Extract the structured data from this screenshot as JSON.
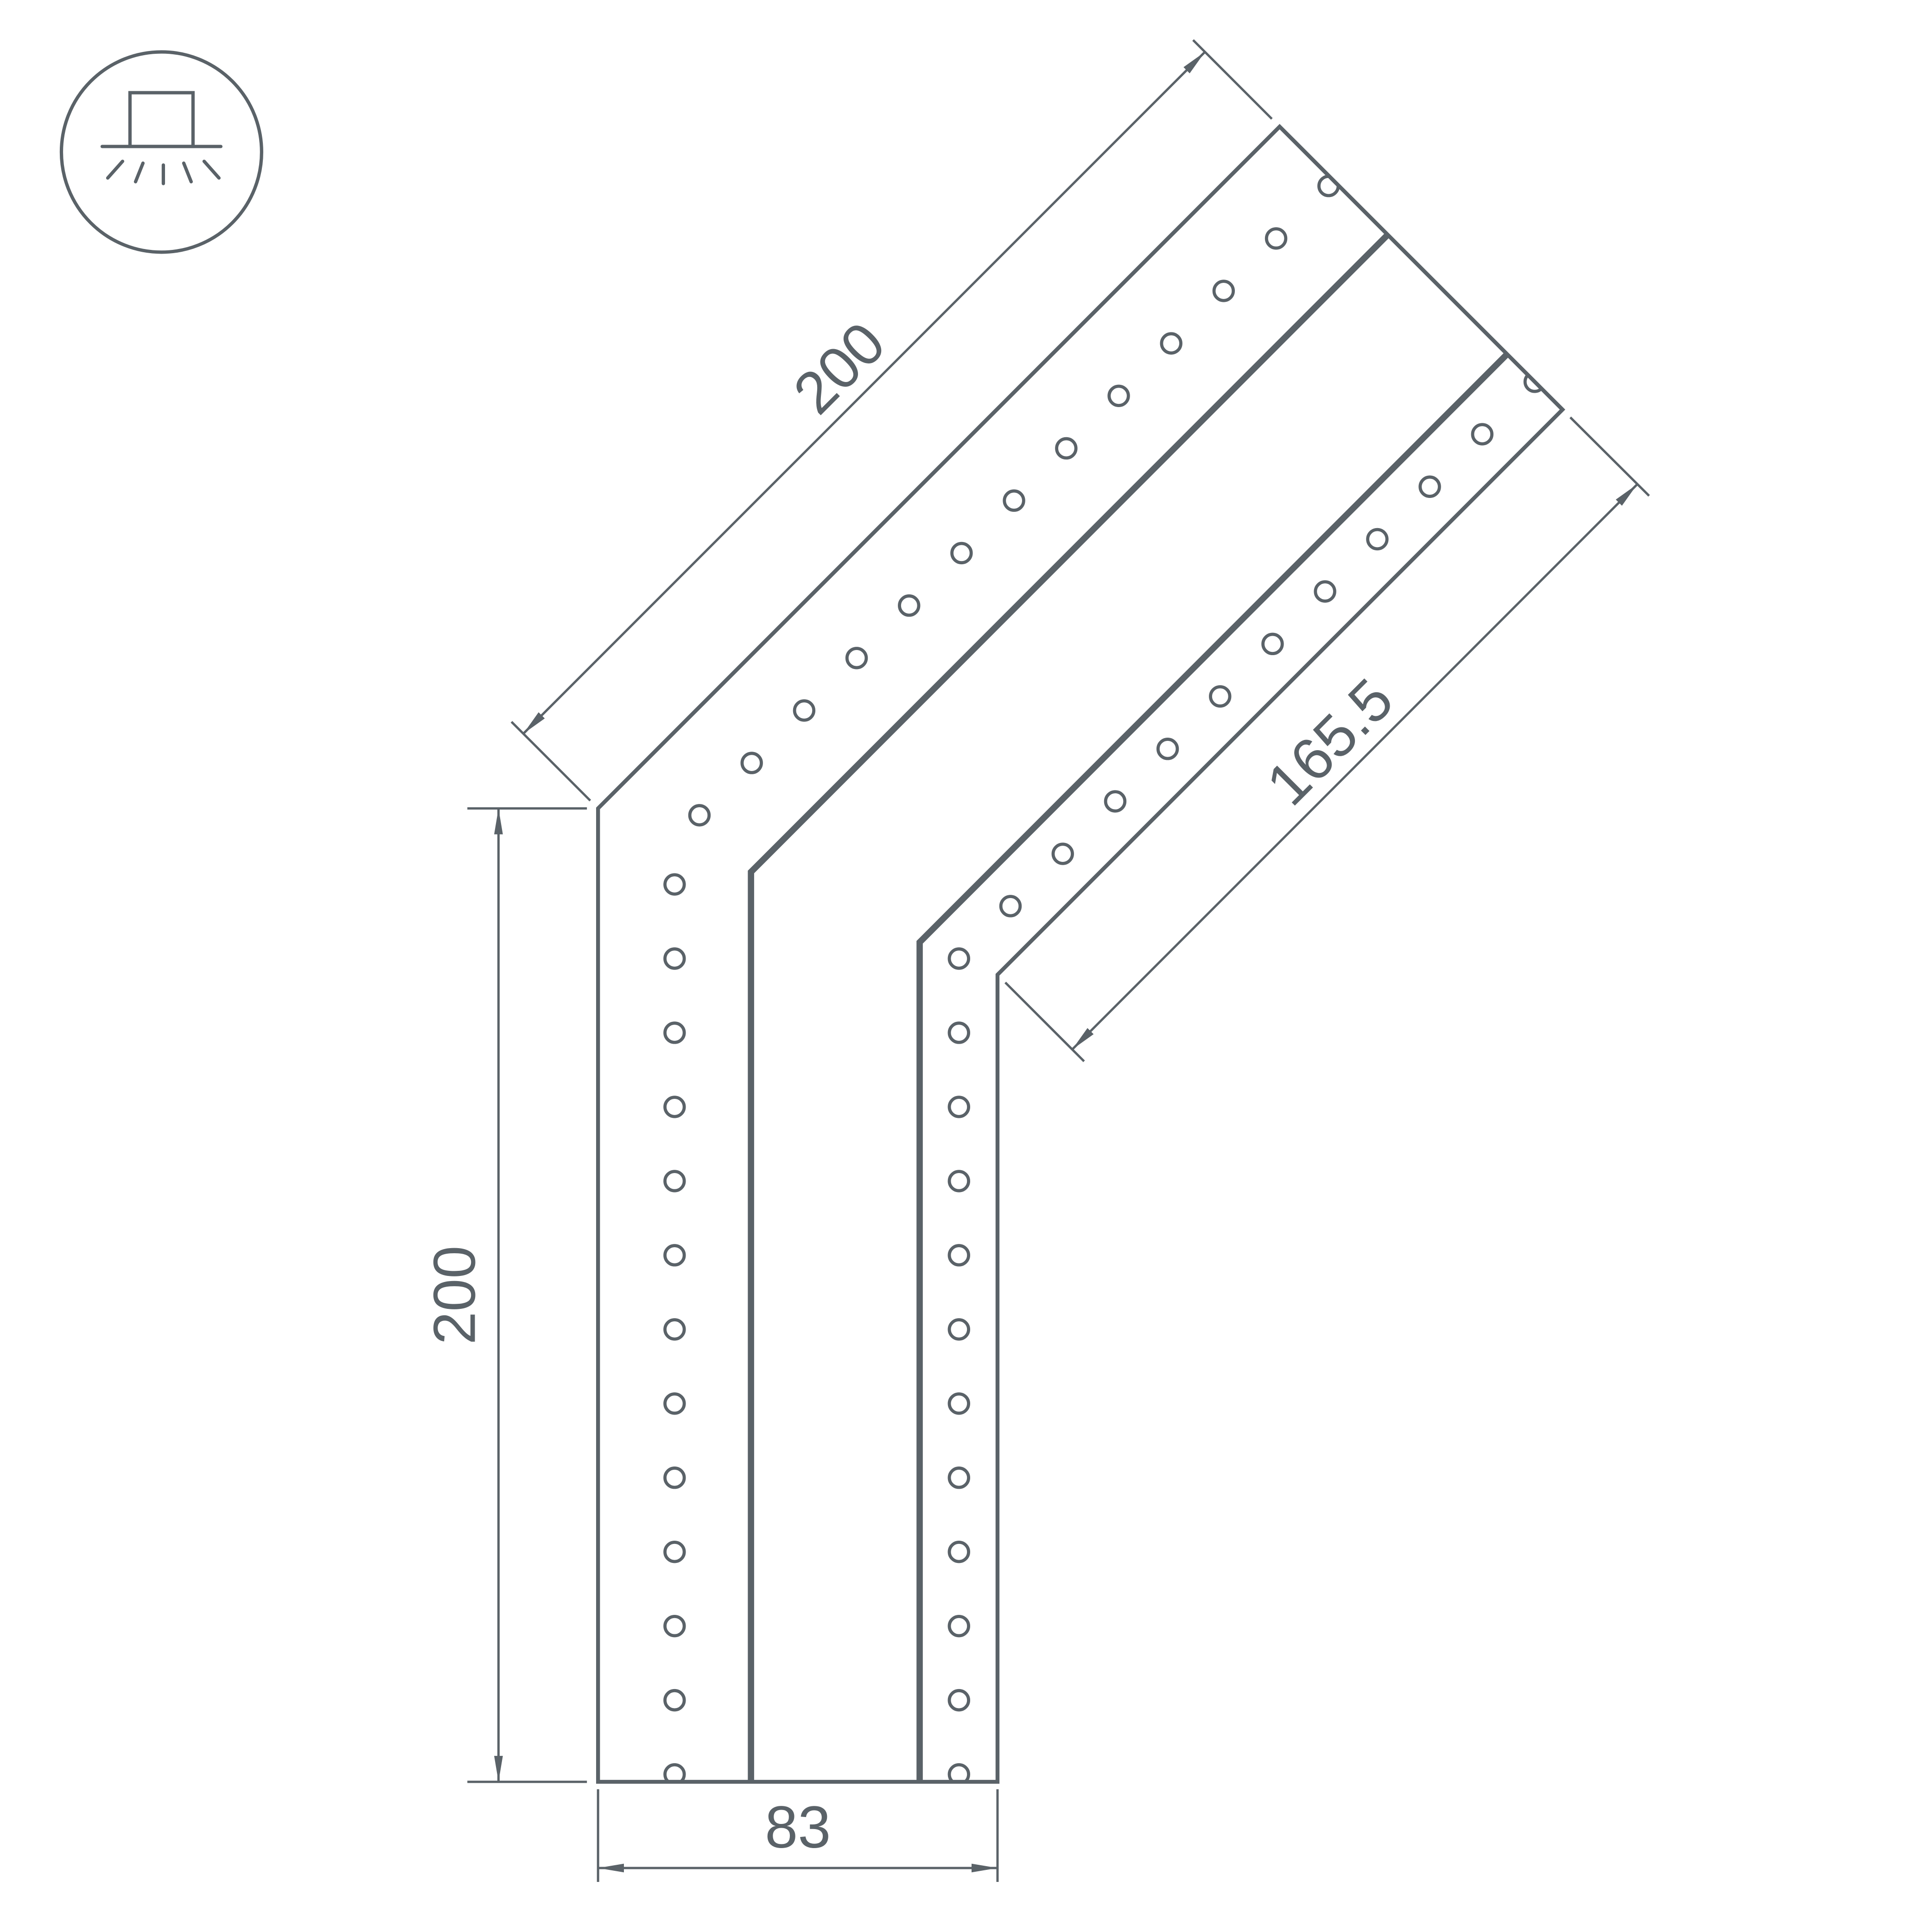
{
  "drawing": {
    "dimensions": {
      "top_diagonal": "200",
      "left_vertical": "200",
      "inner_diagonal": "165.5",
      "bottom_width": "83"
    },
    "icon": {
      "name": "surface-mount-light-icon"
    },
    "colors": {
      "line": "#5A6268",
      "background": "#FFFFFF"
    }
  }
}
